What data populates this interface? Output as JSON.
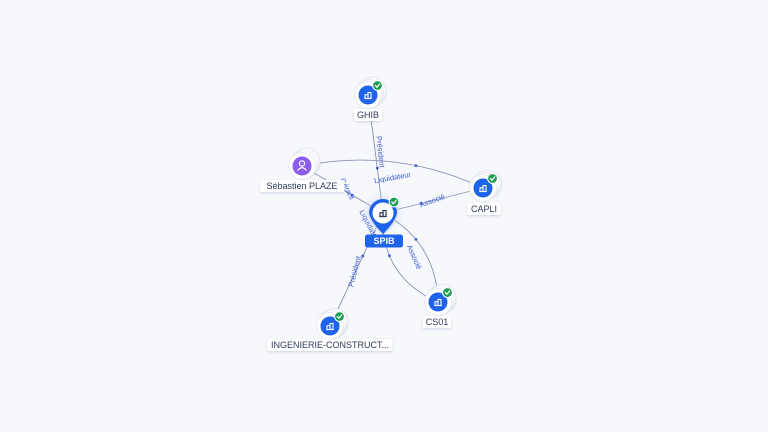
{
  "colors": {
    "background": "#f7f8fc",
    "company": "#1e63e9",
    "person": "#8c5cf0",
    "check": "#1f9d55",
    "edge": "#8a92b2",
    "edge_label": "#3c5bd6",
    "hub_badge": "#1e63e9"
  },
  "nodes": [
    {
      "id": "spib",
      "label": "SPIB",
      "kind": "company",
      "central": true,
      "icon": "building-icon",
      "verified": true
    },
    {
      "id": "ghib",
      "label": "GHIB",
      "kind": "company",
      "icon": "building-icon",
      "verified": true
    },
    {
      "id": "capli",
      "label": "CAPLI",
      "kind": "company",
      "icon": "building-icon",
      "verified": true
    },
    {
      "id": "cs01",
      "label": "CS01",
      "kind": "company",
      "icon": "building-icon",
      "verified": true
    },
    {
      "id": "ingenierie",
      "label": "INGENIERIE-CONSTRUCT...",
      "kind": "company",
      "icon": "building-icon",
      "verified": true
    },
    {
      "id": "sebastien",
      "label": "Sébastien PLAZE",
      "kind": "person",
      "icon": "person-icon",
      "verified": false
    }
  ],
  "edges": [
    {
      "from": "ghib",
      "to": "spib",
      "label": "Président"
    },
    {
      "from": "sebastien",
      "to": "capli",
      "label": "Liquidateur"
    },
    {
      "from": "capli",
      "to": "spib",
      "label": "Associé"
    },
    {
      "from": "sebastien",
      "to": "spib",
      "label": "Gérant"
    },
    {
      "from": "ingenierie",
      "to": "spib",
      "label": "Président"
    },
    {
      "from": "cs01",
      "to": "spib",
      "label": "Associé"
    },
    {
      "from": "cs01",
      "to": "spib",
      "label": "Liquidateur"
    }
  ]
}
